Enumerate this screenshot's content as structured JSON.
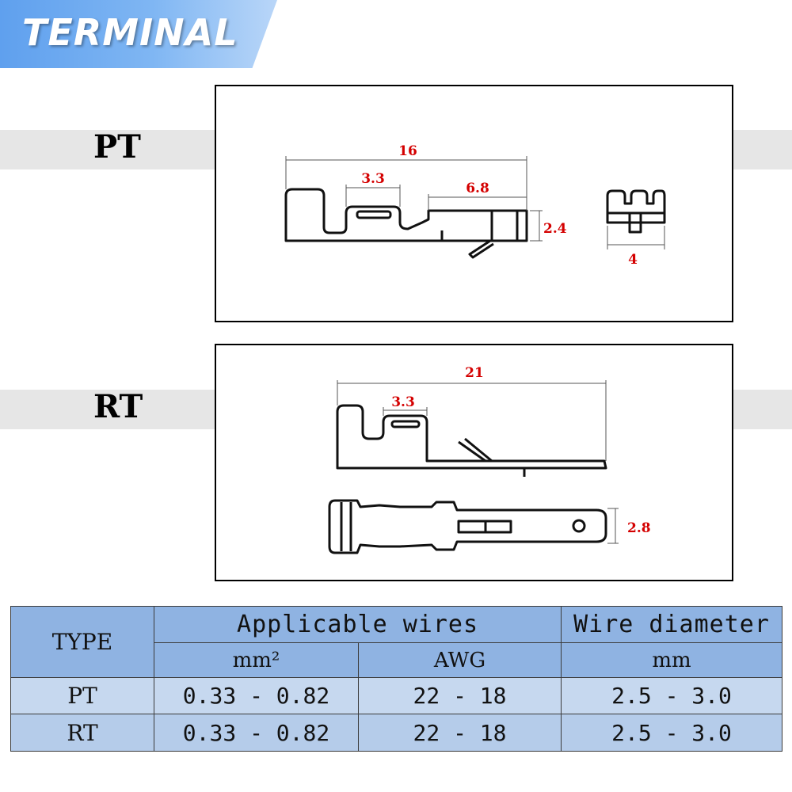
{
  "banner": {
    "title": "TERMINAL"
  },
  "rows": [
    {
      "label": "PT"
    },
    {
      "label": "RT"
    }
  ],
  "pt_drawing": {
    "dims": {
      "overall_length": "16",
      "crimp_width": "3.3",
      "contact_length": "6.8",
      "height": "2.4",
      "end_width": "4"
    }
  },
  "rt_drawing": {
    "dims": {
      "overall_length": "21",
      "crimp_width": "3.3",
      "blade_width": "2.8"
    }
  },
  "table": {
    "type_header": "TYPE",
    "group_header_1": "Applicable wires",
    "group_header_2": "Wire diameter",
    "unit_mm2": "mm²",
    "unit_awg": "AWG",
    "unit_mm": "mm",
    "rows": [
      {
        "type": "PT",
        "mm2": "0.33 - 0.82",
        "awg": "22 - 18",
        "diameter": "2.5 - 3.0"
      },
      {
        "type": "RT",
        "mm2": "0.33 - 0.82",
        "awg": "22 - 18",
        "diameter": "2.5 - 3.0"
      }
    ]
  },
  "colors": {
    "banner": "#6fa9f0",
    "dimension": "#d40000",
    "table_header": "#8fb3e2",
    "table_row": "#c6d8ef"
  }
}
